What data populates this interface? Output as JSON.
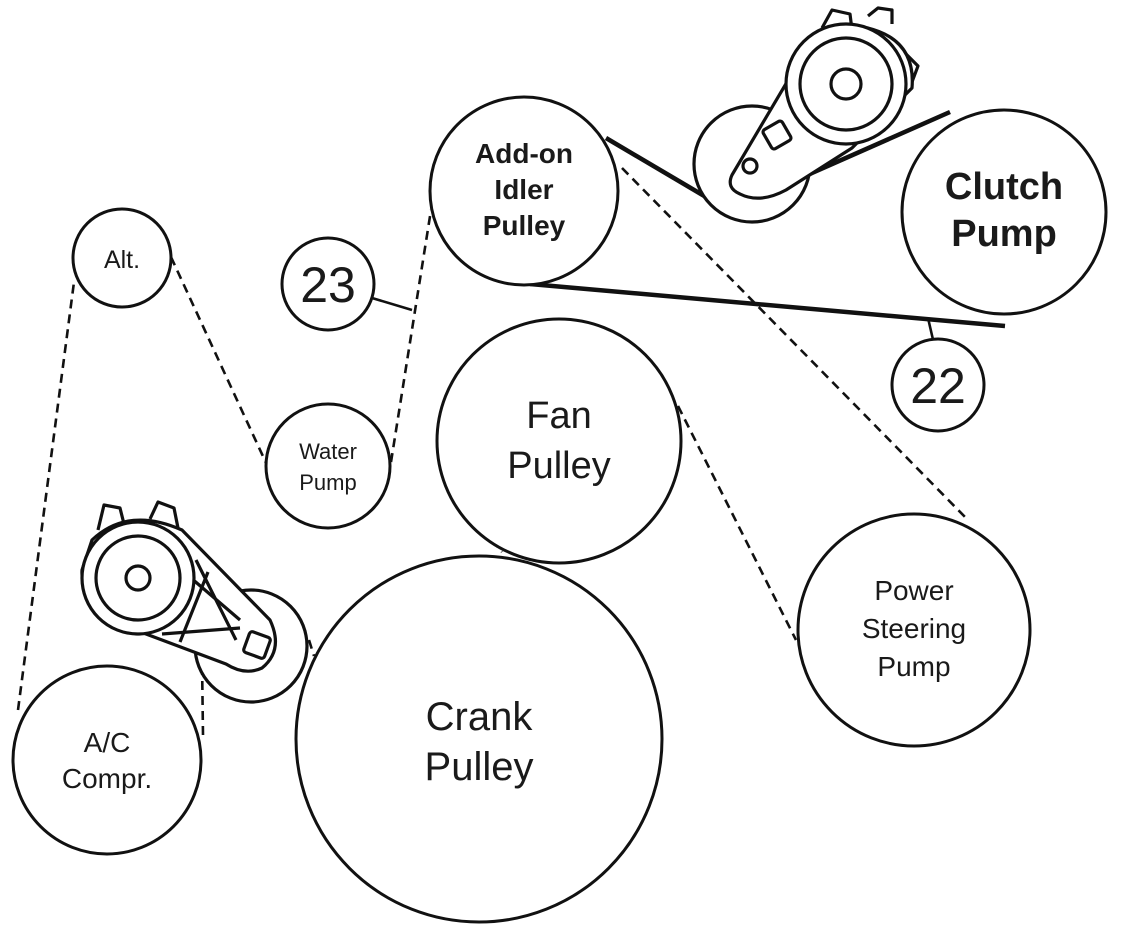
{
  "pulleys": {
    "alt": {
      "lines": [
        "Alt."
      ]
    },
    "water_pump": {
      "lines": [
        "Water",
        "Pump"
      ]
    },
    "idler": {
      "lines": [
        "Add-on",
        "Idler",
        "Pulley"
      ]
    },
    "clutch_pump": {
      "lines": [
        "Clutch",
        "Pump"
      ]
    },
    "fan": {
      "lines": [
        "Fan",
        "Pulley"
      ]
    },
    "power_steering": {
      "lines": [
        "Power",
        "Steering",
        "Pump"
      ]
    },
    "crank": {
      "lines": [
        "Crank",
        "Pulley"
      ]
    },
    "ac": {
      "lines": [
        "A/C",
        "Compr."
      ]
    }
  },
  "callouts": {
    "belt_23": "23",
    "belt_22": "22"
  },
  "legend_styles": {
    "belt_23": "dashed",
    "belt_22": "solid"
  },
  "colors": {
    "line": "#111111",
    "background": "#ffffff"
  }
}
